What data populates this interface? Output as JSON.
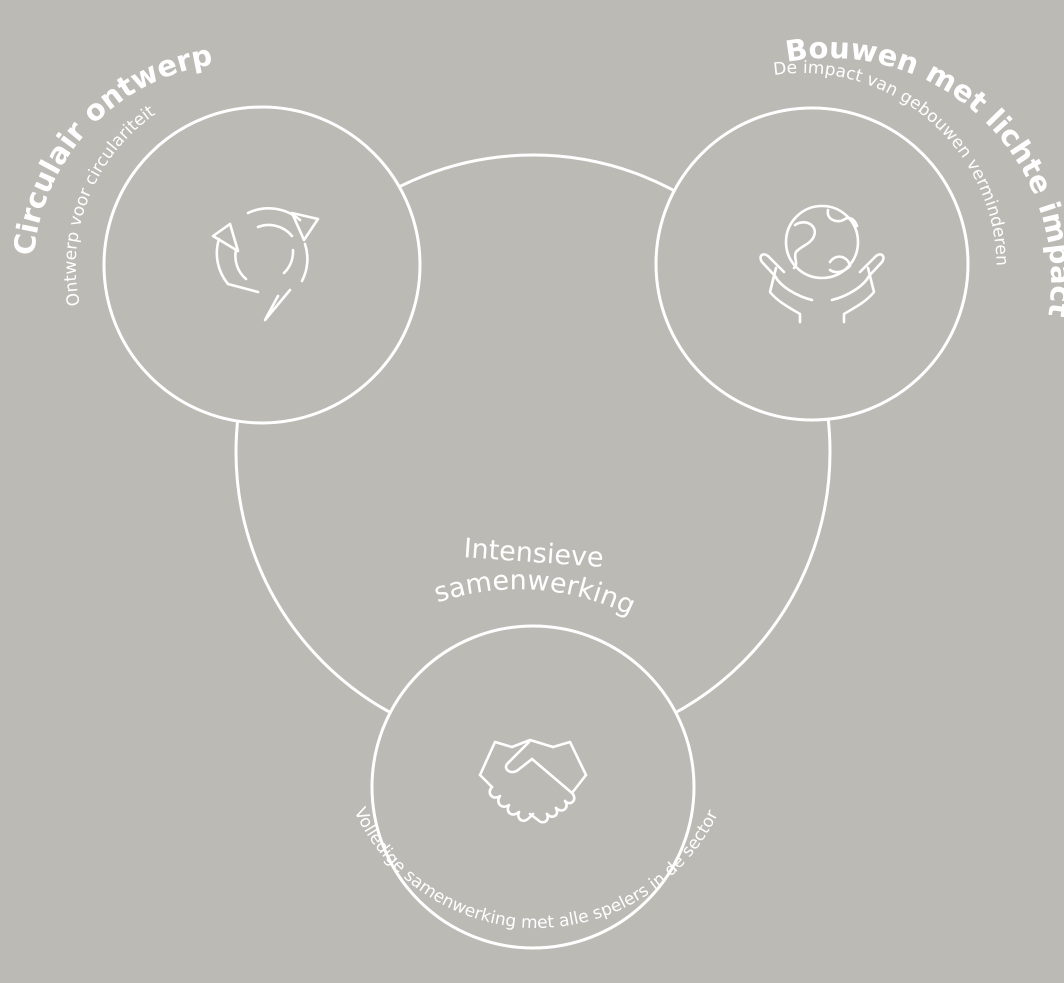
{
  "colors": {
    "background": "#bbbab5",
    "line": "#ffffff",
    "text": "#ffffff"
  },
  "nodes": {
    "circular": {
      "title": "Circulair ontwerp",
      "subtitle": "Ontwerp voor circulariteit",
      "icon": "recycle-arrows-icon"
    },
    "light_impact": {
      "title": "Bouwen met lichte impact",
      "subtitle": "De impact van gebouwen verminderen",
      "icon": "globe-in-hands-icon"
    },
    "collaboration": {
      "title_line1": "Intensieve",
      "title_line2": "samenwerking",
      "subtitle": "Volledige samenwerking met alle spelers in de sector",
      "icon": "handshake-icon"
    }
  }
}
